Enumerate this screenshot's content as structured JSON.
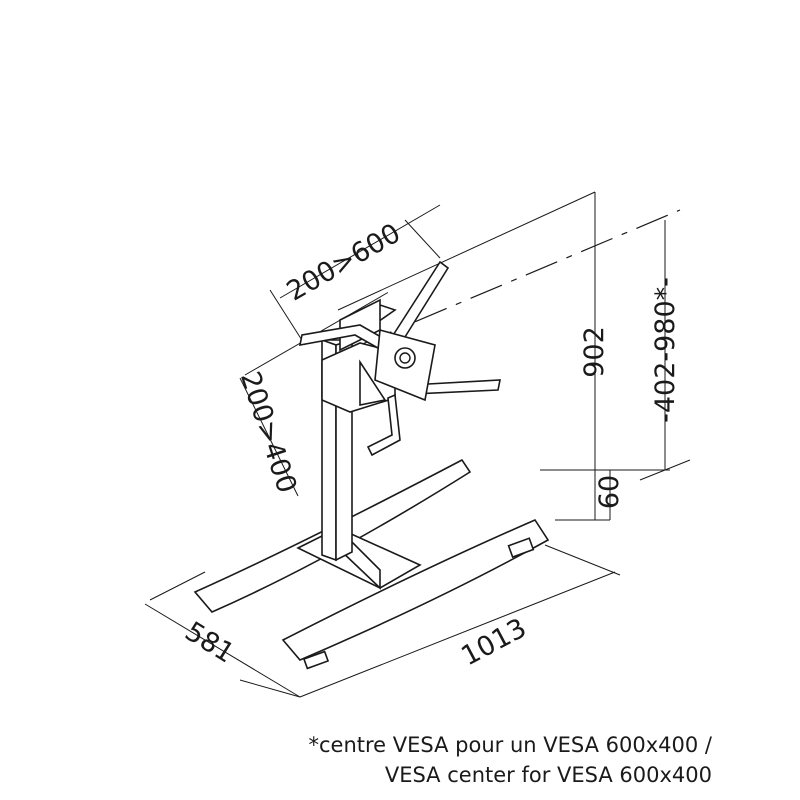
{
  "dimensions": {
    "vesa_horizontal": "200>600",
    "vesa_vertical": "200>400",
    "total_height": "902",
    "vesa_center_height": "-402-980*-",
    "base_height": "60",
    "width": "1013",
    "depth": "581"
  },
  "caption": {
    "line1": "*centre VESA pour un VESA 600x400 /",
    "line2": "VESA center for VESA 600x400"
  }
}
